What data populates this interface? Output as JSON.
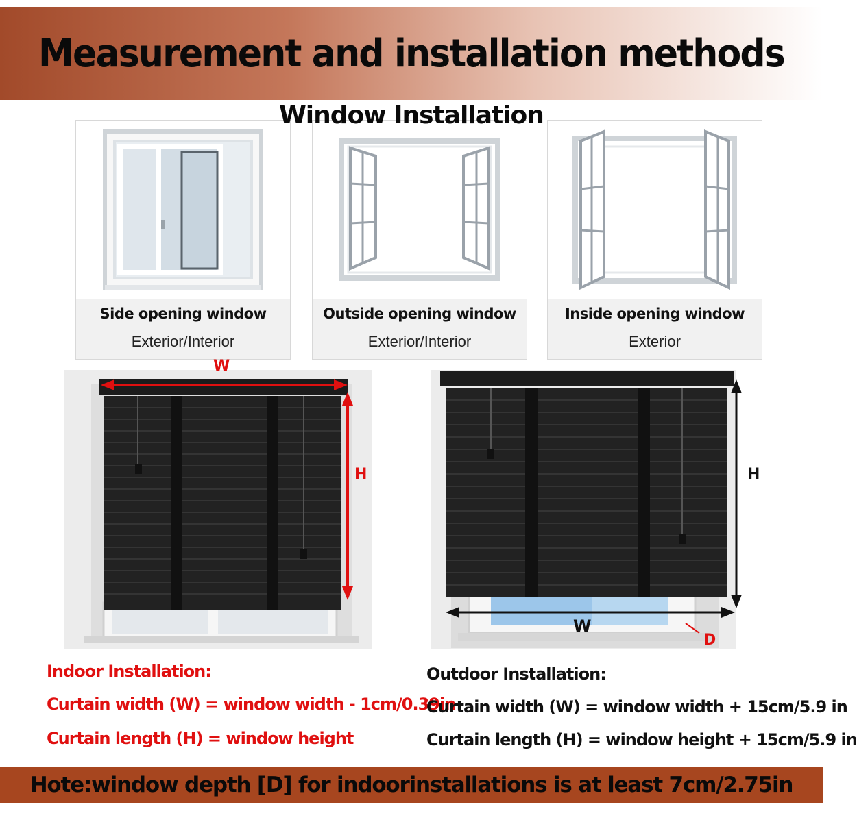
{
  "header": {
    "title": "Measurement and installation methods"
  },
  "section": {
    "title": "Window Installation"
  },
  "windows": [
    {
      "name": "Side opening window",
      "sub": "Exterior/Interior"
    },
    {
      "name": "Outside opening window",
      "sub": "Exterior/Interior"
    },
    {
      "name": "Inside opening window",
      "sub": "Exterior"
    }
  ],
  "indoor": {
    "title": "Indoor Installation:",
    "width_formula": "Curtain width (W) = window width - 1cm/0.39in",
    "length_formula": "Curtain length (H) = window height",
    "label_w": "W",
    "label_h": "H",
    "color": "#e01010"
  },
  "outdoor": {
    "title": "Outdoor Installation:",
    "width_formula": "Curtain width (W) = window width + 15cm/5.9 in",
    "length_formula": "Curtain length (H) = window height + 15cm/5.9 in",
    "label_w": "W",
    "label_h": "H",
    "label_d": "D",
    "color": "#111111"
  },
  "footer": {
    "note": "Hote:window depth [D] for indoorinstallations is at least 7cm/2.75in"
  }
}
